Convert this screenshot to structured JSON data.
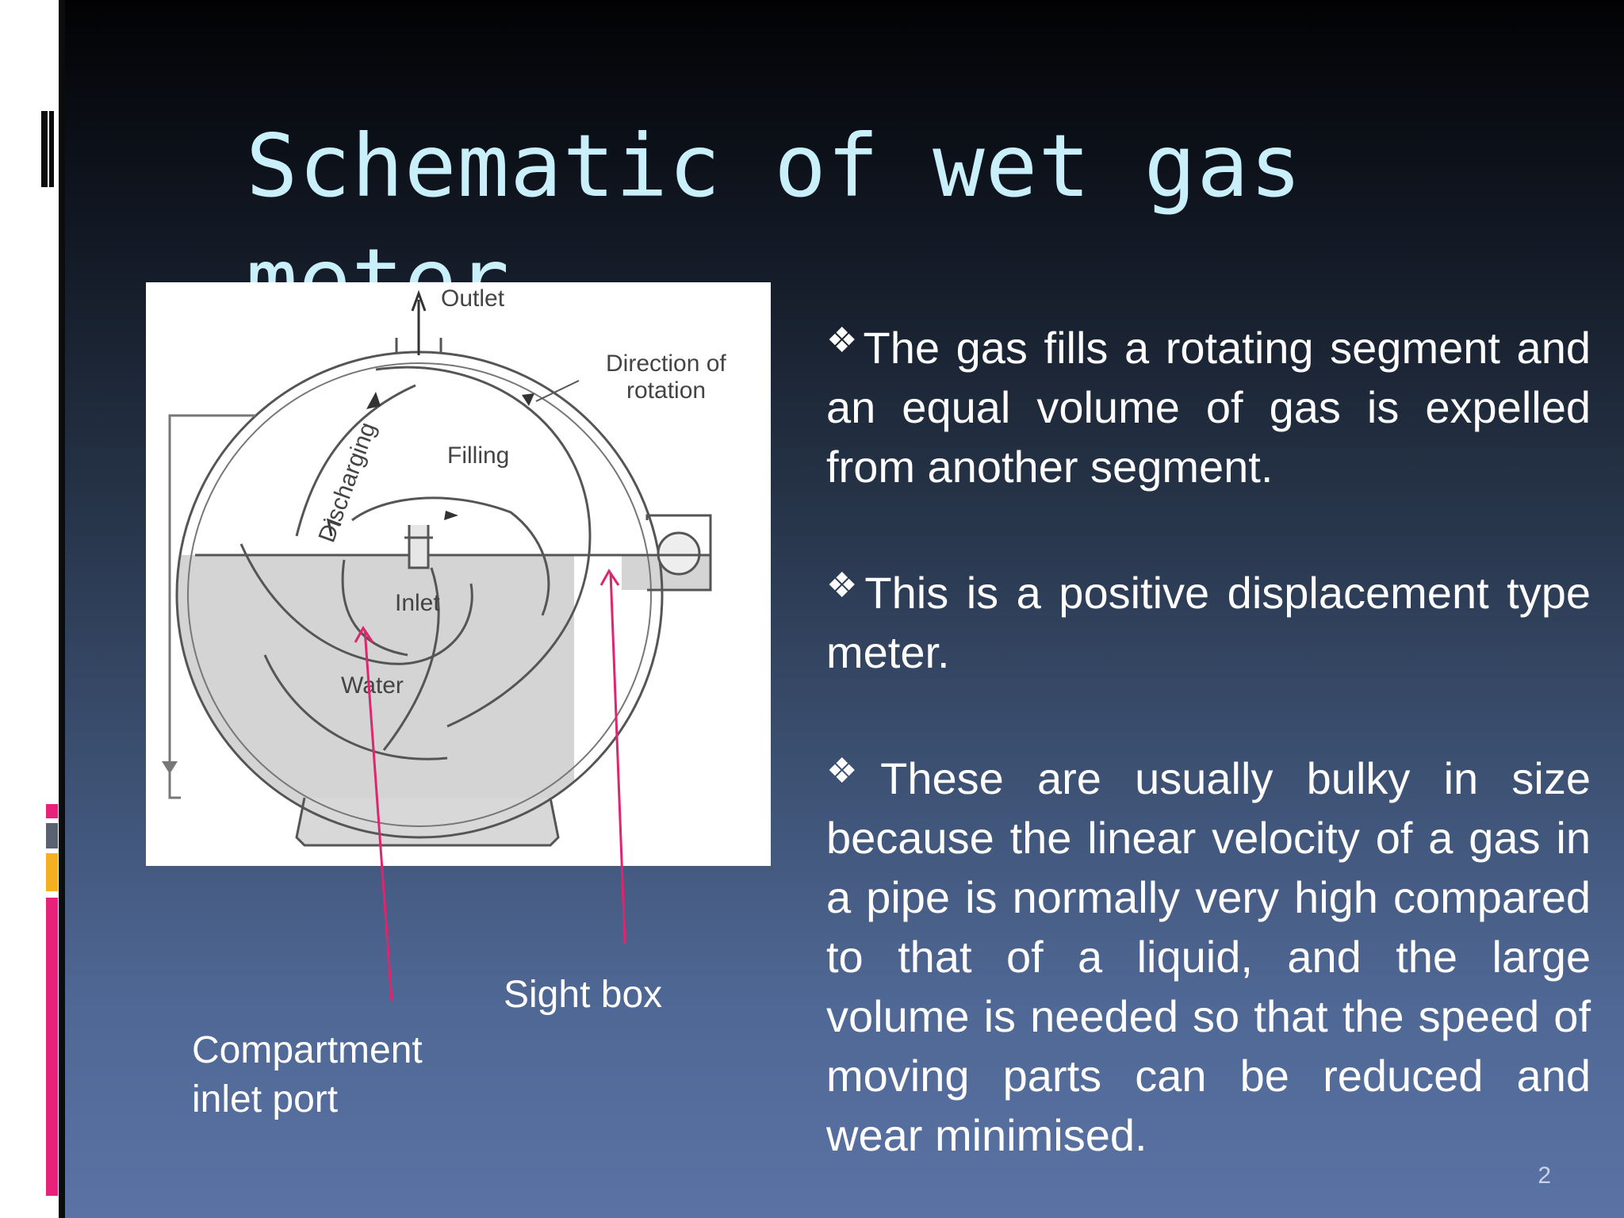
{
  "slide": {
    "title": "Schematic of wet gas meter",
    "bullet_icon": "diamond-four-bullet-icon",
    "bullets": [
      "The gas fills a rotating segment and an equal volume of gas is expelled from another segment.",
      "This is a positive displacement type meter.",
      "These are usually bulky in size because the linear velocity of a gas in a pipe is normally very high compared to that of a liquid, and the large volume is needed so that the speed of moving parts can be reduced and wear minimised."
    ],
    "page_number": "2"
  },
  "diagram": {
    "outlet": "Outlet",
    "direction": "Direction of",
    "rotation": "rotation",
    "filling": "Filling",
    "discharging": "Discharging",
    "inlet": "Inlet",
    "water": "Water"
  },
  "callouts": {
    "sight_box": "Sight box",
    "compartment_line1": "Compartment",
    "compartment_line2": "inlet port"
  },
  "colors": {
    "title": "#c9f0fa",
    "pointer": "#e0246e",
    "accent_pink": "#e8217a",
    "accent_gold": "#f4b022",
    "accent_slate": "#5a6272"
  }
}
